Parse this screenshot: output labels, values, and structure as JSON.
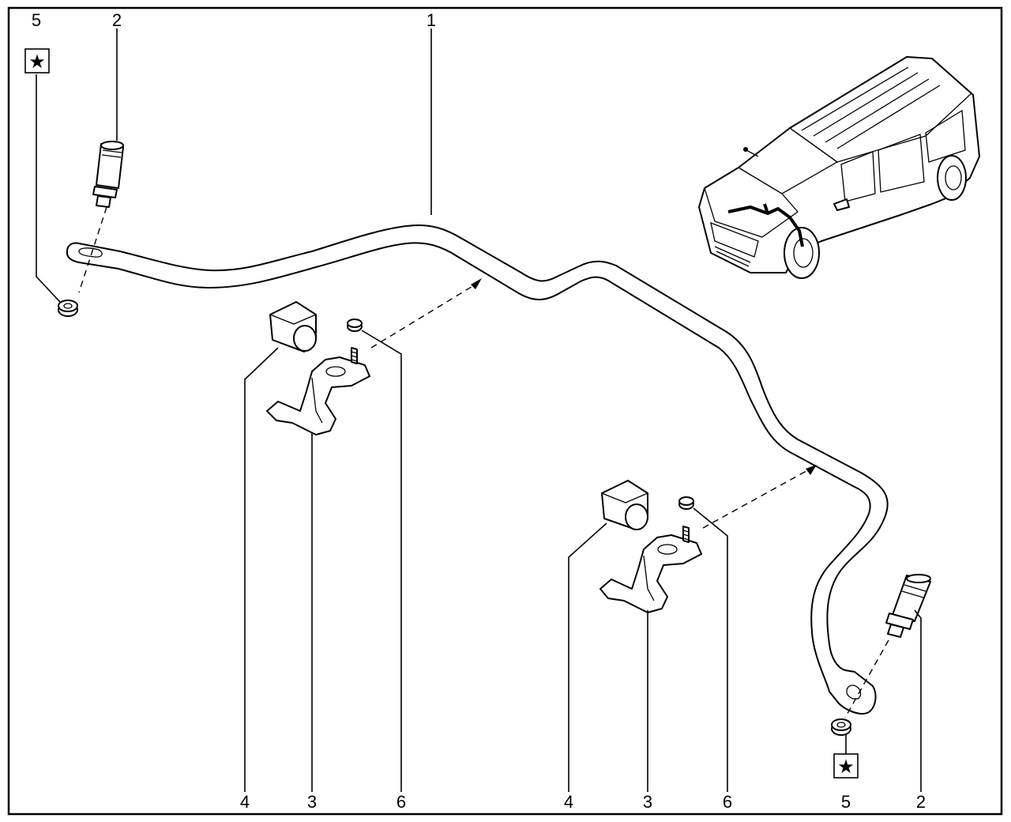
{
  "callouts": {
    "bar": "1",
    "link_left": "2",
    "link_right": "2",
    "clamp_left": "3",
    "clamp_right": "3",
    "bush_left": "4",
    "bush_right": "4",
    "nut_top_left": "5",
    "nut_bottom_right": "5",
    "bolt_left": "6",
    "bolt_right": "6"
  },
  "symbols": {
    "star_left": "★",
    "star_right": "★"
  }
}
